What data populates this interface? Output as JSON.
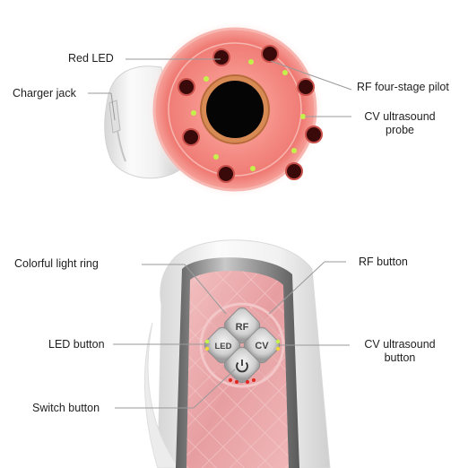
{
  "top_panel": {
    "labels": {
      "red_led": "Red  LED",
      "charger_jack": "Charger jack",
      "rf_four_stage_pilot": "RF four-stage pilot",
      "cv_probe_line1": "CV ultrasound",
      "cv_probe_line2": "probe"
    }
  },
  "bottom_panel": {
    "labels": {
      "colorful_light_ring": "Colorful light ring",
      "rf_button": "RF  button",
      "led_button": "LED button",
      "cv_button_line1": "CV ultrasound",
      "cv_button_line2": "button",
      "switch_button": "Switch button"
    },
    "device_buttons": {
      "rf": "RF",
      "led": "LED",
      "cv": "CV"
    }
  },
  "colors": {
    "led_red": "#e2261f",
    "indicator_green": "#c4f24a",
    "body_white": "#f3f3f3",
    "pink_panel": "#e9a5a7",
    "chrome": "#8a8a8a",
    "label_text": "#1e1e1e",
    "leader_line": "#9a9a9a"
  }
}
